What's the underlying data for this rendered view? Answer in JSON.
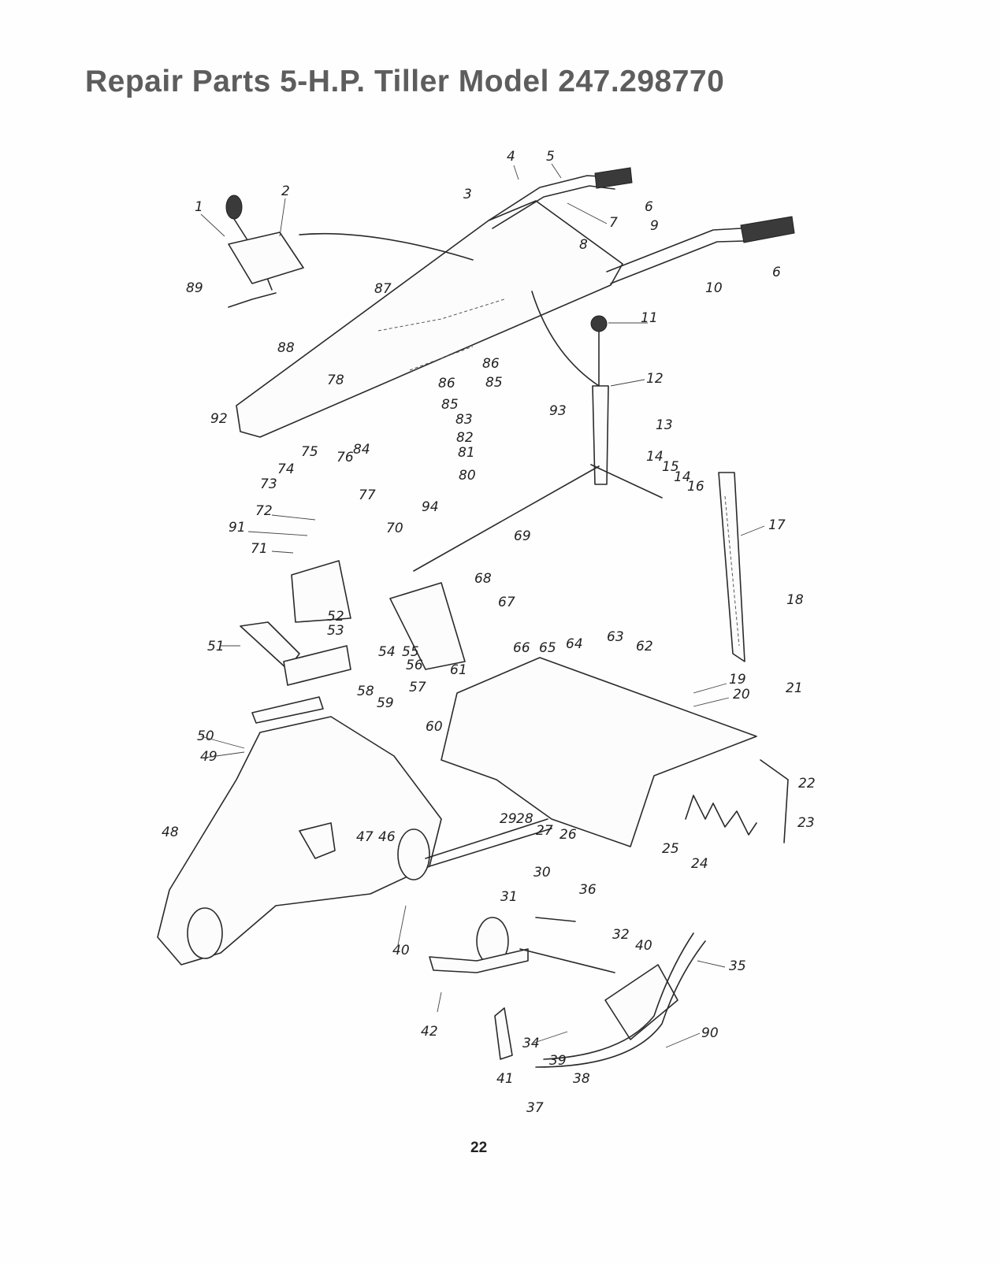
{
  "title": "Repair Parts 5-H.P. Tiller Model 247.298770",
  "page_number": "22",
  "callouts": [
    "1",
    "2",
    "3",
    "4",
    "5",
    "6",
    "7",
    "8",
    "9",
    "10",
    "6",
    "11",
    "12",
    "13",
    "14",
    "15",
    "14",
    "16",
    "17",
    "18",
    "19",
    "20",
    "21",
    "22",
    "23",
    "24",
    "25",
    "26",
    "27",
    "28",
    "29",
    "30",
    "31",
    "32",
    "40",
    "35",
    "36",
    "37",
    "38",
    "39",
    "34",
    "41",
    "42",
    "40",
    "46",
    "47",
    "48",
    "49",
    "50",
    "51",
    "52",
    "53",
    "54",
    "55",
    "56",
    "57",
    "58",
    "59",
    "60",
    "61",
    "62",
    "63",
    "64",
    "65",
    "66",
    "67",
    "68",
    "69",
    "70",
    "71",
    "72",
    "91",
    "73",
    "74",
    "75",
    "76",
    "77",
    "78",
    "84",
    "80",
    "81",
    "82",
    "83",
    "85",
    "85",
    "86",
    "86",
    "87",
    "88",
    "89",
    "92",
    "93",
    "94",
    "90"
  ]
}
